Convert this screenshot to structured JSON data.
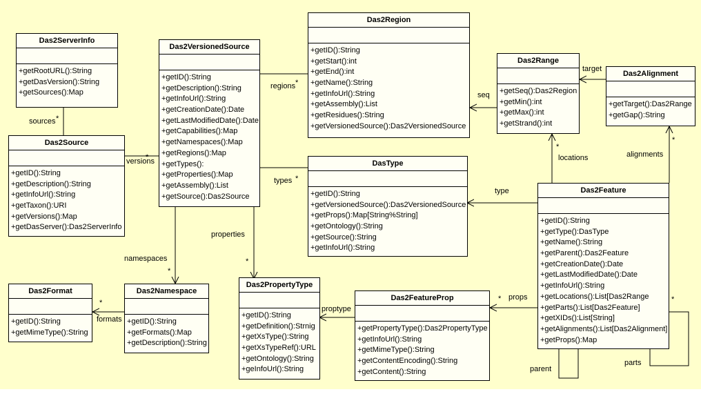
{
  "classes": {
    "server_info": {
      "name": "Das2ServerInfo",
      "ops": [
        "+getRootURL():String",
        "+getDasVersion():String",
        "+getSources():Map"
      ]
    },
    "source": {
      "name": "Das2Source",
      "ops": [
        "+getID():String",
        "+getDescription():String",
        "+getInfoUrl():String",
        "+getTaxon():URI",
        "+getVersions():Map",
        "+getDasServer():Das2ServerInfo"
      ]
    },
    "versioned_source": {
      "name": "Das2VersionedSource",
      "ops": [
        "+getID():String",
        "+getDescription():String",
        "+getInfoUrl():String",
        "+getCreationDate():Date",
        "+getLastModifiedDate():Date",
        "+getCapabilities():Map",
        "+getNamespaces():Map",
        "+getRegions():Map",
        "+getTypes():",
        "+getProperties():Map",
        "+getAssembly():List",
        "+getSource():Das2Source"
      ]
    },
    "region": {
      "name": "Das2Region",
      "ops": [
        "+getID():String",
        "+getStart():int",
        "+getEnd():int",
        "+getName():String",
        "+getInfoUrl():String",
        "+getAssembly():List",
        "+getResidues():String",
        "+getVersionedSource():Das2VersionedSource"
      ]
    },
    "range": {
      "name": "Das2Range",
      "ops": [
        "+getSeq():Das2Region",
        "+getMin():int",
        "+getMax():int",
        "+getStrand():int"
      ]
    },
    "alignment": {
      "name": "Das2Alignment",
      "ops": [
        "+getTarget():Das2Range",
        "+getGap():String"
      ]
    },
    "type": {
      "name": "DasType",
      "ops": [
        "+getID():String",
        "+getVersionedSource():Das2VersionedSource",
        "+getProps():Map[String%String]",
        "+getOntology():String",
        "+getSource():String",
        "+getInfoUrl():String"
      ]
    },
    "feature": {
      "name": "Das2Feature",
      "ops": [
        "+getID():String",
        "+getType():DasType",
        "+getName():String",
        "+getParent():Das2Feature",
        "+getCreationDate():Date",
        "+getLastModifiedDate():Date",
        "+getInfoUrl():String",
        "+getLocations():List[Das2Range",
        "+getParts():List[Das2Feature]",
        "+getXIDs():List[String]",
        "+getAlignments():List[Das2Alignment]",
        "+getProps():Map"
      ]
    },
    "format": {
      "name": "Das2Format",
      "ops": [
        "+getID():String",
        "+getMimeType():String"
      ]
    },
    "namespace": {
      "name": "Das2Namespace",
      "ops": [
        "+getID():String",
        "+getFormats():Map",
        "+getDescription():String"
      ]
    },
    "property_type": {
      "name": "Das2PropertyType",
      "ops": [
        "+getID():String",
        "+getDefinition():Strnig",
        "+getXsType():String",
        "+getXsTypeRef():URL",
        "+getOntology():String",
        "+geInfoUrl():String"
      ]
    },
    "feature_prop": {
      "name": "Das2FeatureProp",
      "ops": [
        "+getPropertyType():Das2PropertyType",
        "+getInfoUrl():String",
        "+getMimeType():String",
        "+getContentEncoding():String",
        "+getContent():String"
      ]
    }
  },
  "labels": {
    "sources": "sources",
    "versions": "versions",
    "regions": "regions",
    "types": "types",
    "properties": "properties",
    "namespaces": "namespaces",
    "formats": "formats",
    "seq": "seq",
    "target": "target",
    "locations": "locations",
    "alignments": "alignments",
    "type": "type",
    "props": "props",
    "proptype": "proptype",
    "parent": "parent",
    "parts": "parts",
    "star": "*"
  },
  "colors": {
    "background": "#ffffcc",
    "box_fill": "#fffff4",
    "line": "#000000"
  }
}
